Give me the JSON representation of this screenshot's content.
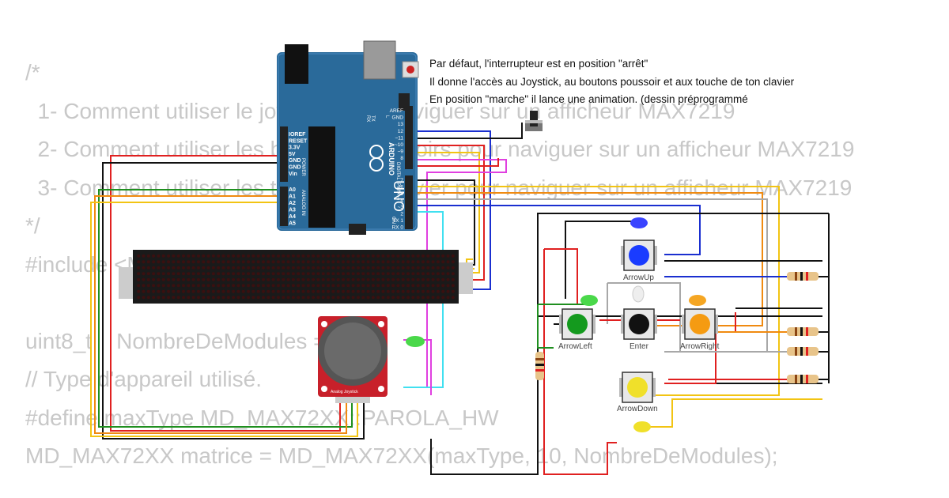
{
  "code_lines": [
    "/*",
    "  1- Comment utiliser le joystick pour naviguer sur un afficheur MAX7219",
    "  2- Comment utiliser les boutons-poussoirs pour naviguer sur un afficheur MAX7219",
    "  3- Comment utiliser les touches du clavier pour naviguer sur un afficheur MAX7219",
    "*/",
    "#include <MD_MAX72xx.h>",
    "",
    "uint8_t    NombreDeModules = 6;",
    "// Type d'appareil utilisé.",
    "#define maxType MD_MAX72XX::PAROLA_HW",
    "MD_MAX72XX matrice = MD_MAX72XX(maxType, 10, NombreDeModules);"
  ],
  "notes": [
    "Par défaut, l'interrupteur est en position \"arrêt\"",
    "Il donne l'accès au Joystick, au boutons poussoir et aux touche de ton clavier",
    "En position \"marche\" il lance une animation. (dessin préprogrammé"
  ],
  "arduino": {
    "brand": "ARDUINO",
    "model": "UNO",
    "power_header_title": "POWER",
    "analog_header_title": "ANALOG IN",
    "digital_header_title": "DIGITAL (PWM ~)",
    "power_pins": [
      "IOREF",
      "RESET",
      "3.3V",
      "5V",
      "GND",
      "GND",
      "Vin"
    ],
    "analog_pins": [
      "A0",
      "A1",
      "A2",
      "A3",
      "A4",
      "A5"
    ],
    "digital_pins_top": [
      "AREF",
      "GND",
      "13",
      "12",
      "~11",
      "~10",
      "~9",
      "8"
    ],
    "digital_pins_bottom": [
      "7",
      "~6",
      "~5",
      "4",
      "~3",
      "2",
      "TX 1",
      "RX 0"
    ],
    "leds": [
      "L",
      "TX",
      "RX",
      "ON"
    ]
  },
  "joystick_label": "Analog Joystick",
  "buttons": [
    {
      "label": "ArrowUp",
      "color": "#1a3cff"
    },
    {
      "label": "ArrowLeft",
      "color": "#149a1e"
    },
    {
      "label": "Enter",
      "color": "#111111"
    },
    {
      "label": "ArrowRight",
      "color": "#f59b12"
    },
    {
      "label": "ArrowDown",
      "color": "#f0e02a"
    }
  ],
  "colors": {
    "board": "#2a6a9a",
    "wire_red": "#e02020",
    "wire_black": "#111111",
    "wire_green": "#1f8f1f",
    "wire_blue": "#1a2fd0",
    "wire_yellow": "#f2c413",
    "wire_orange": "#f08a10",
    "wire_magenta": "#e040e0",
    "wire_cyan": "#40e0f0",
    "wire_gray": "#a8a8a8"
  }
}
